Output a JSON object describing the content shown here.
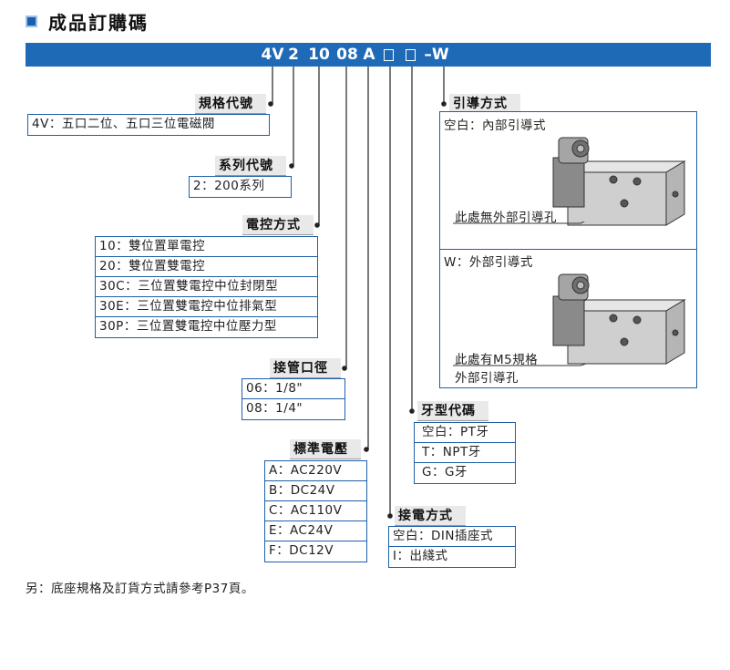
{
  "title": "成品訂購碼",
  "model_code": {
    "base": "4V",
    "series": "2",
    "control": "10",
    "port": "08",
    "voltage": "A",
    "thread": "□",
    "wiring": "□",
    "pilot": "–W"
  },
  "sections": {
    "spec": {
      "header": "規格代號",
      "options": [
        "4V：五口二位、五口三位電磁閥"
      ]
    },
    "series": {
      "header": "系列代號",
      "options": [
        "2：200系列"
      ]
    },
    "control": {
      "header": "電控方式",
      "options": [
        "10：雙位置單電控",
        "20：雙位置雙電控",
        "30C：三位置雙電控中位封閉型",
        "30E：三位置雙電控中位排氣型",
        "30P：三位置雙電控中位壓力型"
      ]
    },
    "port": {
      "header": "接管口徑",
      "options": [
        "06：1/8\"",
        "08：1/4\""
      ]
    },
    "voltage": {
      "header": "標準電壓",
      "options": [
        "A：AC220V",
        "B：DC24V",
        "C：AC110V",
        "E：AC24V",
        "F：DC12V"
      ]
    },
    "thread": {
      "header": "牙型代碼",
      "options": [
        "空白：PT牙",
        "T：NPT牙",
        "G：G牙"
      ]
    },
    "wiring": {
      "header": "接電方式",
      "options": [
        "空白：DIN插座式",
        "I：出綫式"
      ]
    },
    "pilot": {
      "header": "引導方式",
      "internal": {
        "label": "空白：內部引導式",
        "callout": "此處無外部引導孔"
      },
      "external": {
        "label": "W：外部引導式",
        "callout_line1": "此處有M5規格",
        "callout_line2": "外部引導孔"
      }
    }
  },
  "footnote": "另：底座規格及訂貨方式請參考P37頁。",
  "colors": {
    "accent_blue": "#1f6ab6",
    "box_border": "#1f5fa8",
    "connector": "#222222"
  }
}
